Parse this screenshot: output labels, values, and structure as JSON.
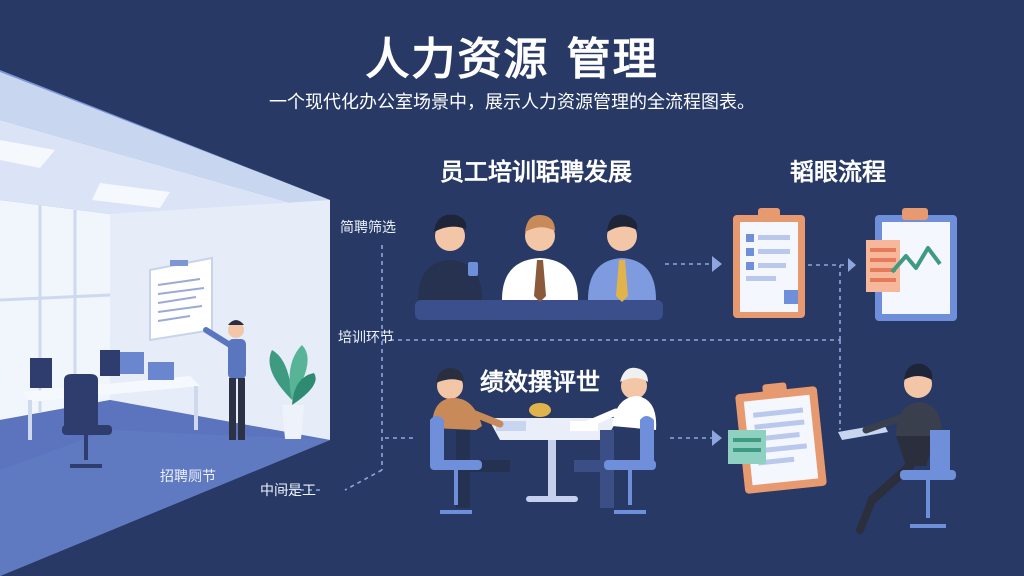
{
  "header": {
    "title": "人力资源 管理",
    "subtitle": "一个现代化办公室场景中，展示人力资源管理的全流程图表。"
  },
  "sections": {
    "training": "员工培训聒聘发展",
    "process": "韬眼流程",
    "performance": "绩效撰评世"
  },
  "side_labels": {
    "screening": "简聘筛选",
    "training_step": "培训环节",
    "recruit_step": "招聘厕节",
    "middle": "中间是工"
  },
  "colors": {
    "background": "#283966",
    "accent_blue": "#6f8fdb",
    "clipboard_orange": "#e79a6f",
    "chart_green": "#3f9a82"
  }
}
